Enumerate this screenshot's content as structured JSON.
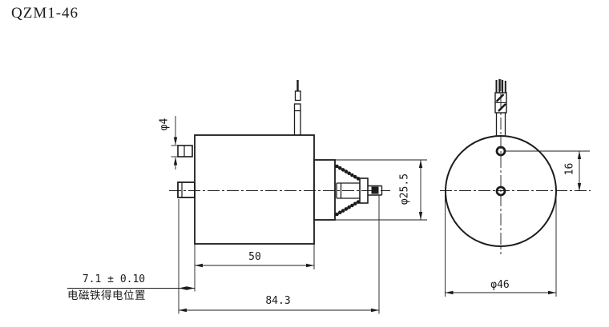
{
  "title": "QZM1-46",
  "drawing": {
    "side_view": {
      "pin_diameter": "φ4",
      "stroke_dim": "7.1 ± 0.10",
      "stroke_note": "电磁铁得电位置",
      "body_length": "50",
      "overall_length": "84.3",
      "flange_diameter": "φ25.5"
    },
    "front_view": {
      "hole_spacing": "16",
      "outer_diameter": "φ46"
    }
  }
}
